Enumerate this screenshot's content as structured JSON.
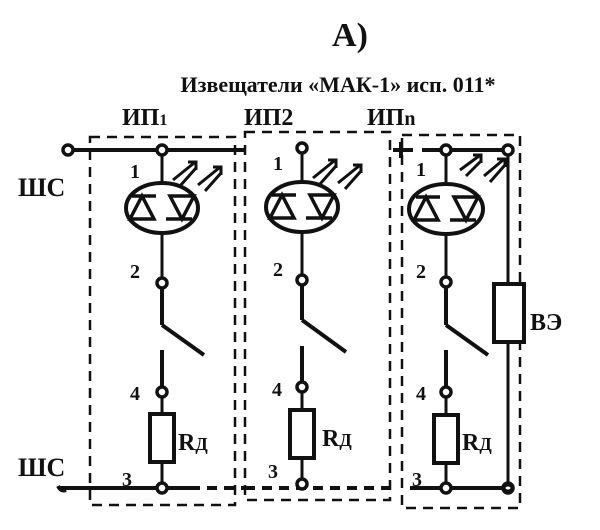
{
  "figure": {
    "label": "А)",
    "title": "Извещатели «МАК-1» исп. 011*",
    "loop_labels": {
      "top": "ШС",
      "bottom": "ШС"
    },
    "detectors": [
      {
        "name": "ИП",
        "index": "1",
        "pins": {
          "p1": "1",
          "p2": "2",
          "p3": "3",
          "p4": "4"
        },
        "resistor": {
          "name": "R",
          "sub": "Д"
        }
      },
      {
        "name": "ИП",
        "index": "2",
        "pins": {
          "p1": "1",
          "p2": "2",
          "p3": "3",
          "p4": "4"
        },
        "resistor": {
          "name": "R",
          "sub": "Д"
        }
      },
      {
        "name": "ИП",
        "index": "n",
        "pins": {
          "p1": "1",
          "p2": "2",
          "p3": "3",
          "p4": "4"
        },
        "resistor": {
          "name": "R",
          "sub": "Д"
        },
        "end_element": "ВЭ"
      }
    ]
  }
}
